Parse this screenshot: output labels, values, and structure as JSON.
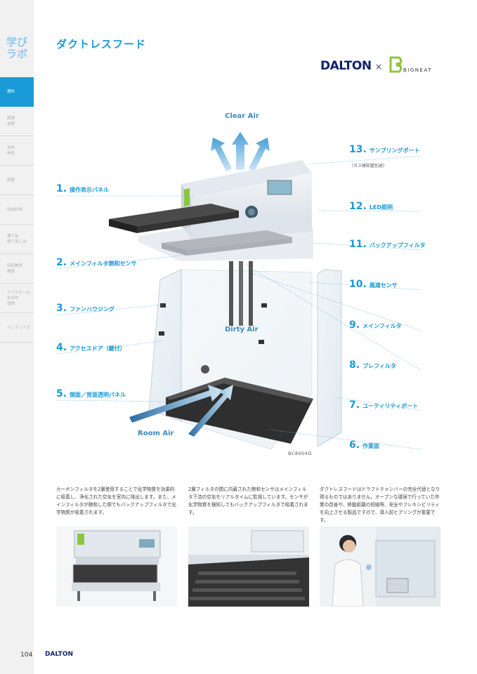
{
  "sidebar": {
    "brand_line1": "学び",
    "brand_line2": "ラボ",
    "items": [
      {
        "label": "理科"
      },
      {
        "label": "調理\n被服"
      },
      {
        "label": "技術\n美術"
      },
      {
        "label": "図書"
      },
      {
        "label": "収納計画"
      },
      {
        "label": "理下台\n理下流し台"
      },
      {
        "label": "特別教室\n機器"
      },
      {
        "label": "クラスルーム\n多目的\n管理"
      },
      {
        "label": "インデックス"
      }
    ]
  },
  "header": {
    "title": "ダクトレスフード",
    "logo_left": "DALTON",
    "logo_times": "×",
    "logo_right": "BIGNEAT"
  },
  "diagram": {
    "air_top": "Clear Air",
    "air_middle": "Dirty Air",
    "air_bottom": "Room Air",
    "model_code": "BC8004D",
    "callouts_left": [
      {
        "num": "1.",
        "label": "操作表示パネル"
      },
      {
        "num": "2.",
        "label": "メインフィルタ飽和センサ"
      },
      {
        "num": "3.",
        "label": "ファンハウジング"
      },
      {
        "num": "4.",
        "label": "アクセスドア（鍵付）"
      },
      {
        "num": "5.",
        "label": "側面／背面透明パネル"
      }
    ],
    "callouts_right": [
      {
        "num": "13.",
        "label": "サンプリングポート"
      },
      {
        "num": "12.",
        "label": "LED照明"
      },
      {
        "num": "11.",
        "label": "バックアップフィルタ"
      },
      {
        "num": "10.",
        "label": "風速センサ"
      },
      {
        "num": "9.",
        "label": "メインフィルタ"
      },
      {
        "num": "8.",
        "label": "プレフィルタ"
      },
      {
        "num": "7.",
        "label": "ユーティリティポート"
      },
      {
        "num": "6.",
        "label": "作業面"
      }
    ],
    "sampling_note": "（ガス検知管別途）"
  },
  "body_text": [
    "カーボンフィルタを2層使用することで化学物質を効果的に吸着し、浄化された空気を室内に排出します。また、メインフィルタが飽和した際でもバックアップフィルタで化学物質が吸着されます。",
    "2層フィルタの間に内蔵された飽和センサはメインフィルタ下流の空気をリアルタイムに監視しています。センサが化学物質を検知してもバックアップフィルタで吸着されます。",
    "ダクトレスフードはドラフトチャンバーの完全代替となり得るものではありません。オープンな環境で行っていた作業の改善や、移動距離の短縮等、安全やフレキシビリティを向上させる製品ですので、導入前ヒアリングが重要です。"
  ],
  "footer": {
    "page_number": "104",
    "logo": "DALTON"
  },
  "colors": {
    "accent": "#1a9ad6",
    "navy": "#12236b",
    "sidebar_bg": "#f1f1f1"
  }
}
